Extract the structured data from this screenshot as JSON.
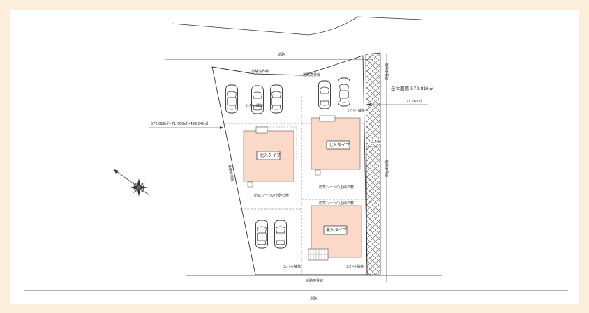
{
  "labels": {
    "road_top": "道路",
    "road_bottom": "道路",
    "boundary_top_left": "道路境界線",
    "boundary_top_right": "道路境界線",
    "boundary_bottom": "道路境界線",
    "boundary_left_side": "隣地境界線",
    "boundary_right_side": "隣地境界線",
    "total_area_label": "全体面積 570.816㎡",
    "side_area": "71.768㎡",
    "calc_text": "570.816㎡−71.768㎡=499.048㎡",
    "width_dim": "2,400",
    "concrete_1": "ｺﾝｸﾘｰﾄ舗装",
    "concrete_2": "ｺﾝｸﾘｰﾄ舗装",
    "concrete_3": "ｺﾝｸﾘｰﾄ舗装",
    "concrete_4": "ｺﾝｸﾘｰﾄ舗装",
    "gravel_1": "防草シートの上砕石敷",
    "gravel_2": "防草シートの上砕石敷",
    "gravel_3": "防草シートの上砕石敷"
  },
  "houses": {
    "h1": "北入タイプ",
    "h2": "北入タイプ",
    "h3": "東入タイプ"
  },
  "colors": {
    "house_fill": "#fbd9c8",
    "house_stroke": "#9a7a6a",
    "page_bg": "#fbefdc",
    "line": "#333333"
  }
}
